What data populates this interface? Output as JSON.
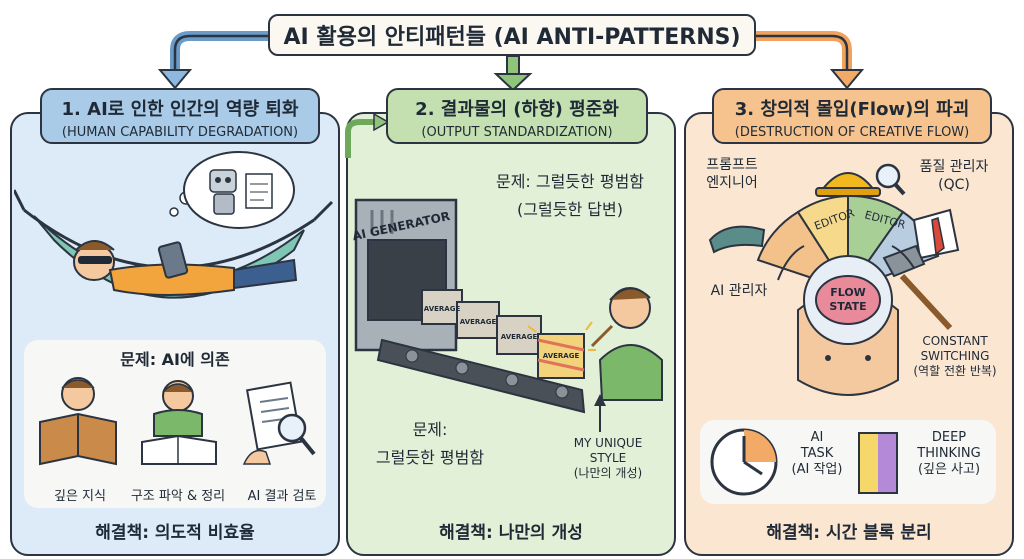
{
  "title": "AI 활용의 안티패턴들 (AI ANTI-PATTERNS)",
  "colors": {
    "blue": "#dcebf7",
    "green": "#e3f0d8",
    "orange": "#fbe6d2",
    "blue_hdr": "#a9cbe8",
    "green_hdr": "#c4e0b0",
    "orange_hdr": "#f6c28e"
  },
  "panel1": {
    "title": "1. AI로 인한 인간의 역량 퇴화",
    "subtitle": "(HUMAN CAPABILITY DEGRADATION)",
    "problem": "문제: AI에 의존",
    "items": [
      "깊은 지식",
      "구조 파악 & 정리",
      "AI 결과 검토"
    ],
    "solution": "해결책: 의도적 비효율"
  },
  "panel2": {
    "title": "2. 결과물의 (하향) 평준화",
    "subtitle": "(OUTPUT STANDARDIZATION)",
    "problem_top": "문제: 그럴듯한 평범함",
    "problem_top_sub": "(그럴듯한 답변)",
    "machine_label": "AI GENERATOR",
    "box_label": "AVERAGE",
    "problem_bottom_1": "문제:",
    "problem_bottom_2": "그럴듯한 평범함",
    "style_1": "MY UNIQUE",
    "style_2": "STYLE",
    "style_3": "(나만의 개성)",
    "solution": "해결책: 나만의 개성"
  },
  "panel3": {
    "title": "3. 창의적 몰입(Flow)의 파괴",
    "subtitle": "(DESTRUCTION OF CREATIVE FLOW)",
    "role_prompt_1": "프롬프트",
    "role_prompt_2": "엔지니어",
    "role_qc_1": "품질 관리자",
    "role_qc_2": "(QC)",
    "wheel_editor_1": "EDITOR",
    "wheel_editor_2": "EDITOR",
    "role_manager": "AI 관리자",
    "flow_1": "FLOW",
    "flow_2": "STATE",
    "switch_1": "CONSTANT",
    "switch_2": "SWITCHING",
    "switch_3": "(역할 전환 반복)",
    "task_1": "AI",
    "task_2": "TASK",
    "task_3": "(AI 작업)",
    "deep_1": "DEEP",
    "deep_2": "THINKING",
    "deep_3": "(깊은 사고)",
    "solution": "해결책: 시간 블록 분리"
  }
}
